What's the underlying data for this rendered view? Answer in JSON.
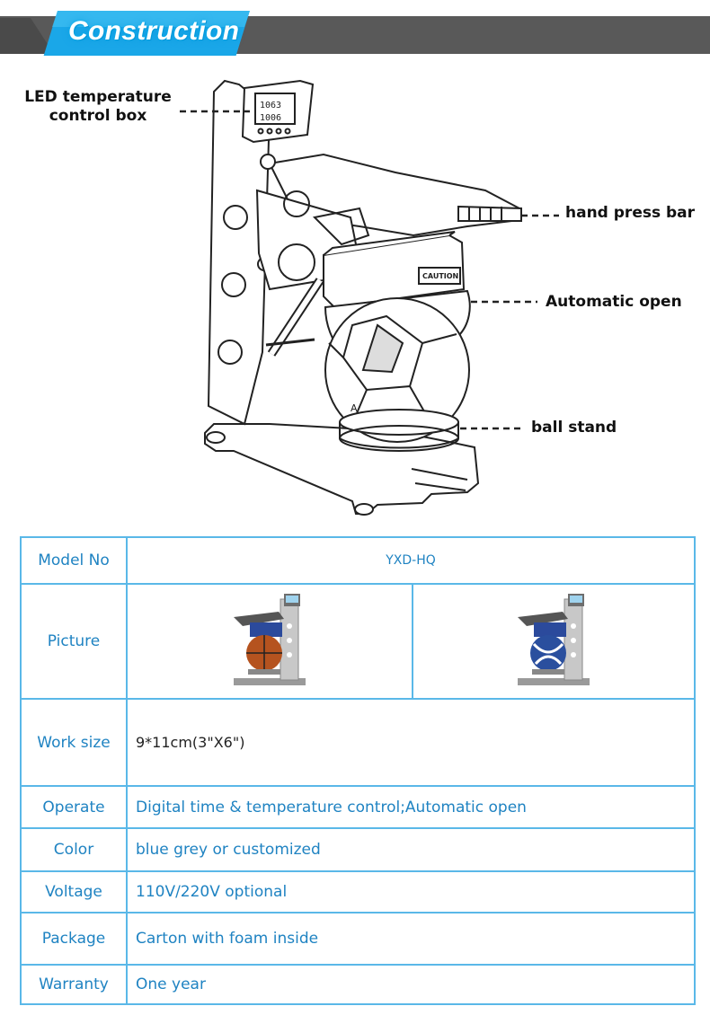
{
  "header": {
    "title": "Construction",
    "bar_color": "#595959",
    "accent_color": "#1aa7e8"
  },
  "diagram": {
    "callouts": {
      "led_box": "LED temperature\ncontrol box",
      "hand_press_bar": "hand press bar",
      "automatic_open": "Automatic open",
      "ball_stand": "ball stand"
    },
    "caution_label": "CAUTION"
  },
  "specs": {
    "model_label": "Model No",
    "model_value": "YXD-HQ",
    "picture_label": "Picture",
    "pictures": [
      {
        "ball_color": "#b5531f",
        "plate_color": "#2b4a9c"
      },
      {
        "ball_color": "#2a4f9e",
        "plate_color": "#2b4a9c"
      }
    ],
    "rows": [
      {
        "label": "Work size",
        "value": "9*11cm(3\"X6\")"
      },
      {
        "label": "Operate",
        "value": "Digital time & temperature control;Automatic open"
      },
      {
        "label": "Color",
        "value": "blue grey or customized"
      },
      {
        "label": "Voltage",
        "value": "110V/220V optional"
      },
      {
        "label": "Package",
        "value": "Carton with foam inside"
      },
      {
        "label": "Warranty",
        "value": "One year"
      }
    ],
    "border_color": "#5ab8e8",
    "text_color": "#1f83c2"
  }
}
